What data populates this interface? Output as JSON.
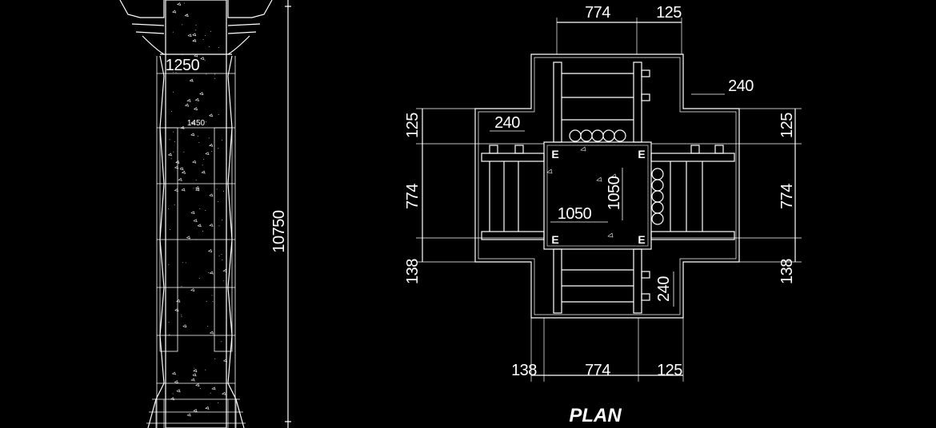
{
  "drawing": {
    "title": "PLAN",
    "elevation": {
      "total_height": "10750",
      "top_width": "1250",
      "mid_width": "1450"
    },
    "plan": {
      "top": {
        "left": "774",
        "right": "125"
      },
      "bottom": {
        "left": "138",
        "mid": "774",
        "right": "125"
      },
      "left": {
        "top": "125",
        "mid": "774",
        "bottom": "138"
      },
      "right": {
        "top": "125",
        "mid": "774",
        "bottom": "138"
      },
      "bar_spacing_left": "240",
      "bar_spacing_right": "240",
      "bar_spacing_bottom": "240",
      "core_width": "1050",
      "core_height": "1050",
      "corner_mark": "E"
    }
  },
  "colors": {
    "background": "#000000",
    "lines": "#ffffff"
  }
}
